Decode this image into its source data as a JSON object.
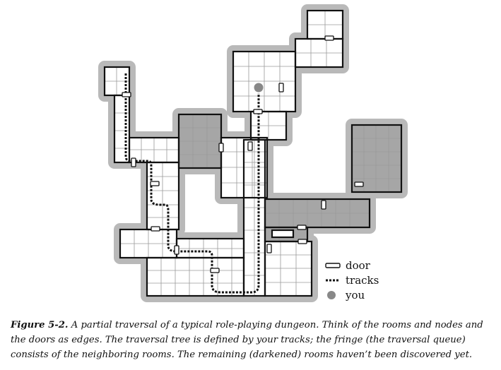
{
  "legend": {
    "door": "door",
    "tracks": "tracks",
    "you": "you"
  },
  "caption": {
    "label": "Figure 5-2.",
    "text": "A partial traversal of a typical role-playing dungeon. Think of the rooms and nodes and the doors as edges. The traversal tree is defined by your tracks; the fringe (the traversal queue) consists of the neighboring rooms. The remaining (darkened) rooms haven’t been discovered yet."
  },
  "colors": {
    "halo": "#b9b9b9",
    "floor": "#ffffff",
    "undiscovered": "#a6a6a6",
    "grid": "#9a9a9a",
    "wall": "#111111",
    "you_marker": "#888888"
  }
}
